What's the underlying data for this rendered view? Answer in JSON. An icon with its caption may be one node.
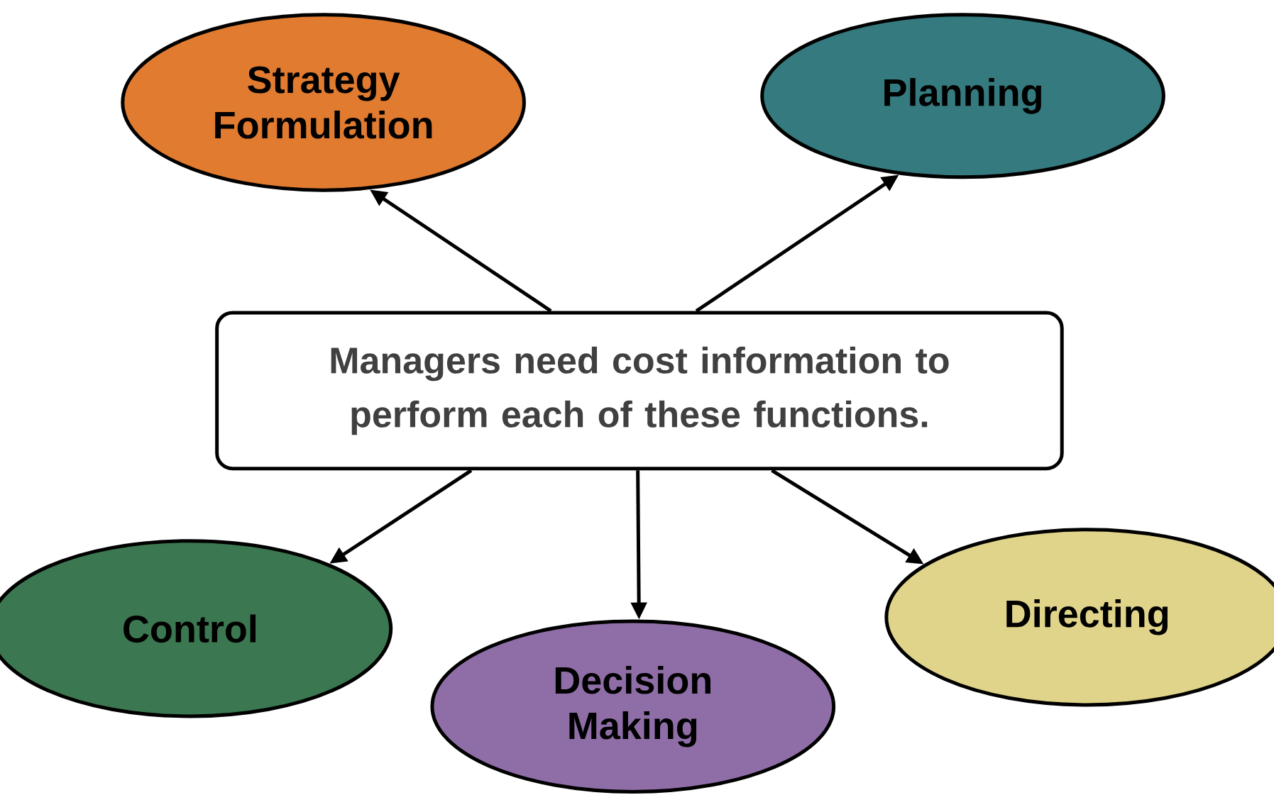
{
  "diagram": {
    "nodes": [
      {
        "text": [
          "Strategy Formulation"
        ]
      },
      {
        "text": [
          "Planning"
        ]
      },
      {
        "text": [
          "Managers need cost information to perform each of these functions."
        ]
      },
      {
        "text": [
          "Control"
        ]
      },
      {
        "text": [
          "Decision Making"
        ]
      },
      {
        "text": [
          "Directing"
        ]
      }
    ],
    "edges": [
      {
        "from": 2,
        "to": 0,
        "arrow": "to"
      },
      {
        "from": 2,
        "to": 1,
        "arrow": "to"
      },
      {
        "from": 2,
        "to": 3,
        "arrow": "to"
      },
      {
        "from": 2,
        "to": 4,
        "arrow": "to"
      },
      {
        "from": 2,
        "to": 5,
        "arrow": "to"
      }
    ]
  }
}
